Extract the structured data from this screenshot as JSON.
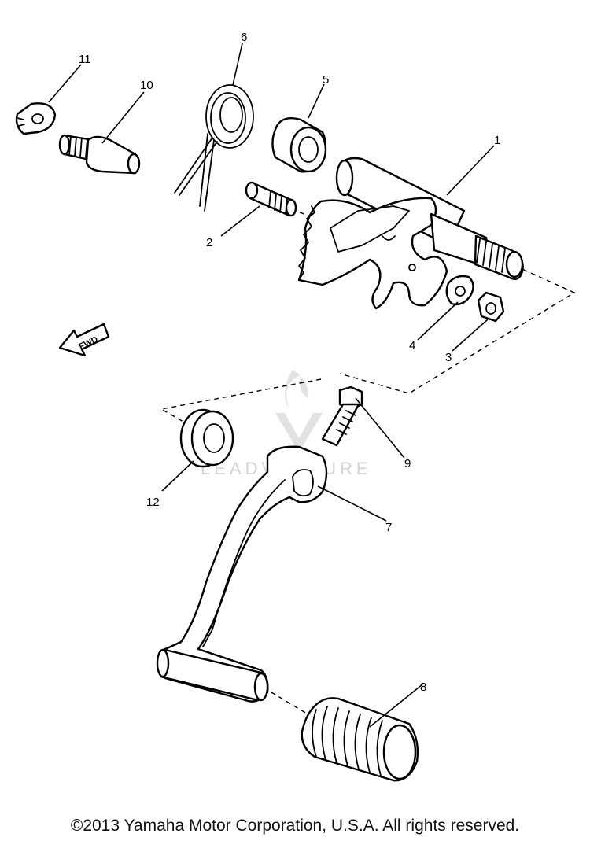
{
  "diagram": {
    "callouts": [
      {
        "id": "1",
        "text": "1"
      },
      {
        "id": "2",
        "text": "2"
      },
      {
        "id": "3",
        "text": "3"
      },
      {
        "id": "4",
        "text": "4"
      },
      {
        "id": "5",
        "text": "5"
      },
      {
        "id": "6",
        "text": "6"
      },
      {
        "id": "7",
        "text": "7"
      },
      {
        "id": "8",
        "text": "8"
      },
      {
        "id": "9",
        "text": "9"
      },
      {
        "id": "10",
        "text": "10"
      },
      {
        "id": "11",
        "text": "11"
      },
      {
        "id": "12",
        "text": "12"
      }
    ],
    "direction_arrow": "FWD",
    "watermark": "LEADVENTURE",
    "copyright": "©2013 Yamaha Motor Corporation, U.S.A. All rights reserved."
  },
  "colors": {
    "line": "#000000",
    "background": "#ffffff",
    "watermark": "#d4d4d4"
  }
}
